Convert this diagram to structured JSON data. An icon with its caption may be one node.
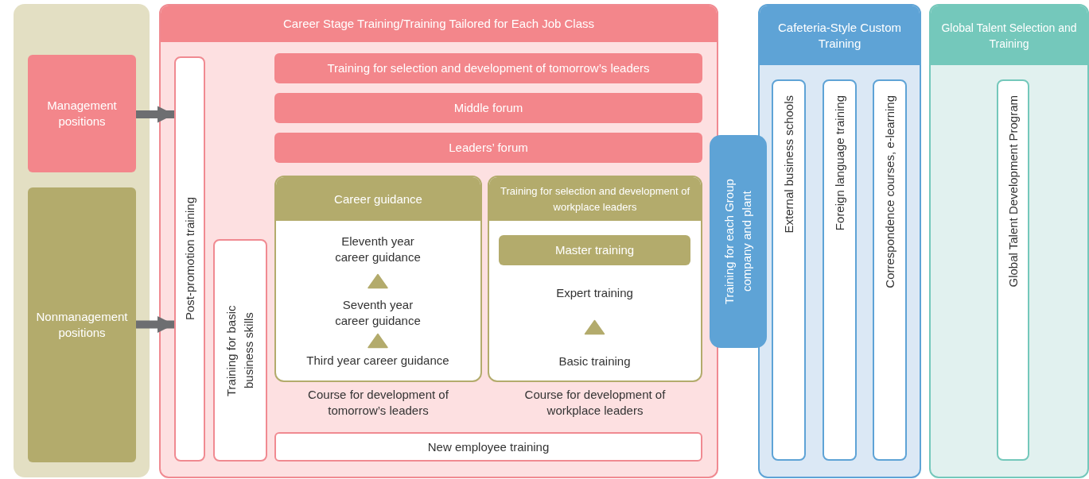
{
  "diagram": {
    "nodes": [
      {
        "text": [],
        "shape": "box"
      },
      {
        "text": [
          "Management positions"
        ],
        "in": 0
      },
      {
        "text": [
          "Nonmanagement positions"
        ],
        "in": 0
      },
      {
        "text": [
          "Career Stage Training/Training Tailored for Each Job Class"
        ]
      },
      {
        "text": [
          "Post-promotion training"
        ],
        "in": 3
      },
      {
        "text": [
          "Training for basic business skills"
        ],
        "in": 3
      },
      {
        "text": [
          "Training for selection and development of tomorrow’s leaders"
        ],
        "in": 3
      },
      {
        "text": [
          "Middle forum"
        ],
        "in": 3
      },
      {
        "text": [
          "Leaders’ forum"
        ],
        "in": 3
      },
      {
        "text": [
          "Career guidance"
        ],
        "in": 3,
        "beside": [
          "Course for development of tomorrow’s leaders"
        ]
      },
      {
        "text": [
          "Eleventh year career guidance"
        ],
        "in": 9
      },
      {
        "text": [
          "Seventh year career guidance"
        ],
        "in": 9
      },
      {
        "text": [
          "Third year career guidance"
        ],
        "in": 9
      },
      {
        "text": [
          "Training for selection and development of workplace leaders"
        ],
        "in": 3,
        "beside": [
          "Course for development of workplace leaders"
        ]
      },
      {
        "text": [
          "Master training"
        ],
        "in": 13
      },
      {
        "text": [
          "Expert training"
        ],
        "in": 13
      },
      {
        "text": [
          "Basic training"
        ],
        "in": 13
      },
      {
        "text": [
          "New employee training"
        ],
        "in": 3
      },
      {
        "text": [
          "Training for each Group company and plant"
        ]
      },
      {
        "text": [
          "Cafeteria-Style Custom Training"
        ]
      },
      {
        "text": [
          "External business schools"
        ],
        "in": 19
      },
      {
        "text": [
          "Foreign language training"
        ],
        "in": 19
      },
      {
        "text": [
          "Correspondence courses, e-learning"
        ],
        "in": 19
      },
      {
        "text": [
          "Global Talent Selection and Training"
        ]
      },
      {
        "text": [
          "Global Talent Development Program"
        ],
        "in": 23
      }
    ],
    "edges": [
      {
        "from": 1,
        "to": 4,
        "arrow": "to",
        "color": "#6d6e71"
      },
      {
        "from": 2,
        "to": 4,
        "arrow": "to",
        "color": "#6d6e71"
      },
      {
        "from": 12,
        "to": 11,
        "arrow": "to"
      },
      {
        "from": 11,
        "to": 10,
        "arrow": "to"
      },
      {
        "from": 16,
        "to": 15,
        "arrow": "to"
      }
    ]
  }
}
